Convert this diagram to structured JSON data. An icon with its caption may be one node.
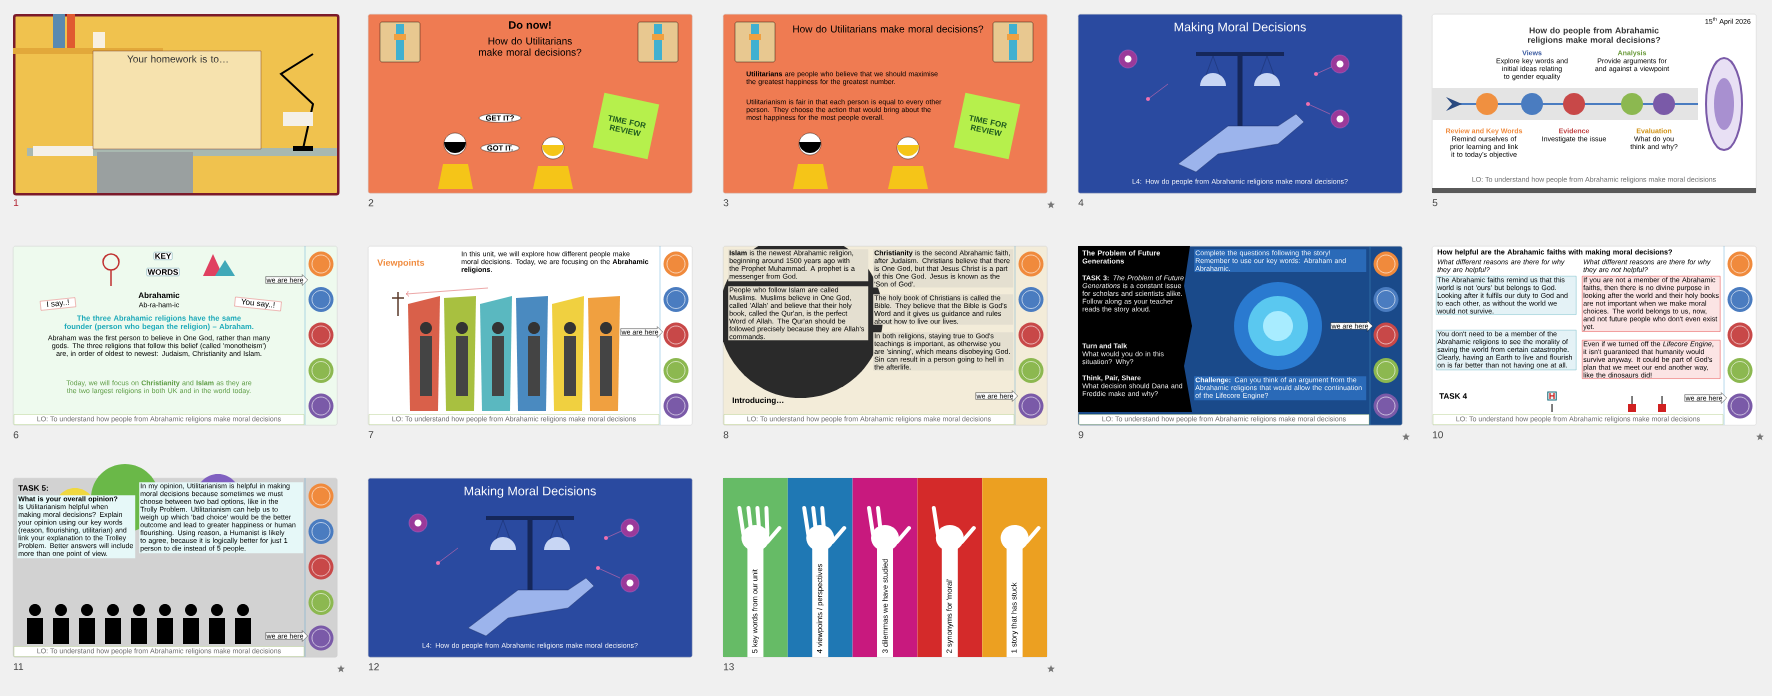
{
  "diagram": {
    "nodes": [
      {
        "text": [
          "Your homework is to…"
        ],
        "beside": [
          "1"
        ]
      },
      {
        "text": [
          "Do now!",
          "How do Utilitarians make moral decisions?",
          "GET IT?",
          "GOT IT.",
          "TIME FOR REVIEW"
        ],
        "beside": [
          "2"
        ]
      },
      {
        "text": [
          "How do Utilitarians make moral decisions?",
          "**Utilitarians** are people who believe that we should maximise the greatest happiness for the greatest number.",
          "Utilitarianism is fair in that each person is equal to every other person. They choose the action that would bring about the most happiness for the most people overall.",
          "TIME FOR REVIEW"
        ],
        "beside": [
          "3"
        ]
      },
      {
        "text": [
          "Making Moral Decisions",
          "L4: How do people from Abrahamic religions make moral decisions?"
        ],
        "beside": [
          "4"
        ]
      },
      {
        "text": [
          "15$^{th}$ April 2026",
          "How do people from Abrahamic religions make moral decisions?",
          "Views",
          "Explore key words and initial ideas relating to gender equality",
          "Analysis",
          "Provide arguments for and against a viewpoint",
          "Review and Key Words",
          "Remind ourselves of prior learning and link it to today's objective",
          "Evidence",
          "Investigate the issue",
          "Evaluation",
          "What do you think and why?",
          "LO: To understand how people from Abrahamic religions make moral decisions"
        ],
        "beside": [
          "5"
        ]
      },
      {
        "text": [
          "KEY",
          "WORDS",
          "I say..!",
          "You say..!",
          "Abrahamic",
          "Ab-ra-ham-ic",
          "The three Abrahamic religions have the same founder (person who began the religion) – Abraham.",
          "Abraham was the first person to believe in One God, rather than many gods. The three religions that follow this belief (called 'monotheism') are, in order of oldest to newest: Judaism, Christianity and Islam.",
          "Today, we will focus on **Christianity** and **Islam** as they are the two largest religions in both UK and in the world today.",
          "we are here",
          "LO: To understand how people from Abrahamic religions make moral decisions"
        ],
        "beside": [
          "6"
        ]
      },
      {
        "text": [
          "Viewpoints",
          "In this unit, we will explore how different people make moral decisions. Today, we are focusing on the **Abrahamic religions**.",
          "we are here",
          "LO: To understand how people from Abrahamic religions make moral decisions"
        ],
        "beside": [
          "7"
        ]
      },
      {
        "text": [
          "**Islam** is the newest Abrahamic religion, beginning around 1500 years ago with the Prophet Muhammad. A prophet is a messenger from God.",
          "People who follow Islam are called Muslims. Muslims believe in One God, called 'Allah' and believe that their holy book, called the Qur'an, is the perfect Word of Allah. The Qur'an should be followed precisely because they are Allah's commands.",
          "Introducing…",
          "**Christianity** is the second Abrahamic faith, after Judaism. Christians believe that there is One God, but that Jesus Christ is a part of this One God. Jesus is known as the 'Son of God'.",
          "The holy book of Christians is called the Bible. They believe that the Bible is God's Word and it gives us guidance and rules about how to live our lives.",
          "In both religions, staying true to God's teachings is important, as otherwise you are 'sinning', which means disobeying God. Sin can result in a person going to hell in the afterlife.",
          "we are here",
          "LO: To understand how people from Abrahamic religions make moral decisions"
        ],
        "beside": [
          "8"
        ]
      },
      {
        "text": [
          "The Problem of Future Generations",
          "**TASK 3:** *The Problem of Future Generations* is a constant issue for scholars and scientists alike. Follow along as your teacher reads the story aloud.",
          "Turn and Talk",
          "What would you do in this situation? Why?",
          "Think, Pair, Share",
          "What decision should Dana and Freddie make and why?",
          "Complete the questions following the story! Remember to use our key words: Abraham and Abrahamic.",
          "**Challenge:** Can you think of an argument from the Abrahamic religions that would allow the continuation of the Lifecore Engine?",
          "we are here",
          "LO: To understand how people from Abrahamic religions make moral decisions"
        ],
        "beside": [
          "9"
        ]
      },
      {
        "text": [
          "How helpful are the Abrahamic faiths with making moral decisions?",
          "What different reasons are there for why they are helpful?",
          "What different reasons are there for why they are not helpful?",
          "The Abrahamic faiths remind us that this world is not 'ours' but belongs to God. Looking after it fulfils our duty to God and to each other, as without the world we would not survive.",
          "You don't need to be a member of the Abrahamic religions to see the morality of saving the world from certain catastrophe. Clearly, having an Earth to live and flourish on is far better than not having one at all.",
          "If you are not a member of the Abrahamic faiths, then there is no divine purpose in looking after the world and their holy books are not important when we make moral choices. The world belongs to us, now, and not future people who don't even exist yet.",
          "Even if we turned off the *Lifecore Engine*, it isn't guaranteed that humanity would survive anyway. It could be part of God's plan that we meet our end another way, like the dinosaurs did!",
          "TASK 4",
          "H",
          "we are here",
          "LO: To understand how people from Abrahamic religions make moral decisions"
        ],
        "beside": [
          "10"
        ]
      },
      {
        "text": [
          "TASK 5:",
          "**What is your overall opinion?** Is Utilitarianism helpful when making moral decisions? Explain your opinion using our key words (reason, flourishing, utilitarian) and link your explanation to the Trolley Problem. Better answers will include more than one point of view.",
          "In my opinion, Utilitarianism is helpful in making moral decisions because sometimes we must choose between two bad options, like in the Trolly Problem. Utilitarianism can help us to weigh up which 'bad choice' would be the better outcome and lead to greater happiness or human flourishing. Using reason, a Humanist is likely to agree, because it is logically better for just 1 person to die instead of 5 people.",
          "we are here",
          "LO: To understand how people from Abrahamic religions make moral decisions"
        ],
        "beside": [
          "11"
        ]
      },
      {
        "text": [
          "Making Moral Decisions",
          "L4: How do people from Abrahamic religions make moral decisions?"
        ],
        "beside": [
          "12"
        ]
      },
      {
        "text": [
          "5 key words from our unit",
          "4 viewpoints / perspectives",
          "3 dilemmas we have studied",
          "2 synonyms for 'moral'",
          "1 story that has stuck"
        ],
        "beside": [
          "13"
        ]
      }
    ]
  }
}
